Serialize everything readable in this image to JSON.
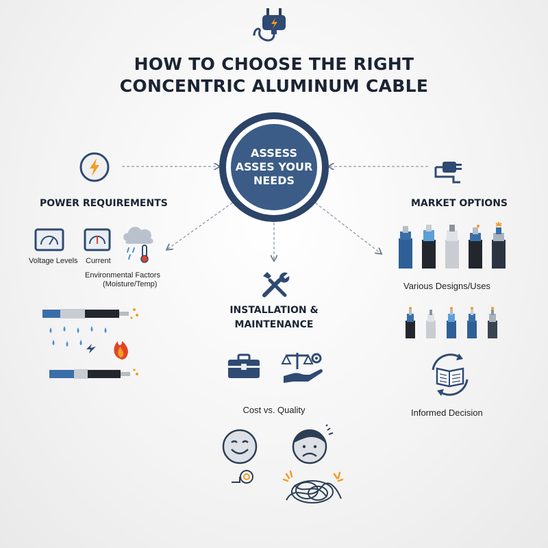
{
  "title": {
    "line1": "HOW TO CHOOSE THE RIGHT",
    "line2": "CONCENTRIC ALUMINUM CABLE"
  },
  "center": {
    "line1": "ASSESS",
    "line2": "ASSES YOUR",
    "line3": "NEEDS"
  },
  "power": {
    "heading": "POWER REQUIREMENTS",
    "voltage_label": "Voltage Levels",
    "current_label": "Current",
    "env_line1": "Environmental Factors",
    "env_line2": "(Moisture/Temp)"
  },
  "install": {
    "heading_line1": "INSTALLATION &",
    "heading_line2": "MAINTENANCE",
    "cost_label": "Cost vs. Quality"
  },
  "market": {
    "heading": "MARKET OPTIONS",
    "designs_label": "Various Designs/Uses",
    "decision_label": "Informed Decision"
  },
  "colors": {
    "navy": "#2f4a73",
    "blue": "#3a6ea8",
    "accent_orange": "#f39c1f",
    "fire_red": "#e2432a",
    "rain_blue": "#4f8fd0"
  },
  "icons": [
    "plug-icon",
    "lightning-icon",
    "connector-icon",
    "gauge-icon",
    "cloud-thermometer-icon",
    "tools-icon",
    "toolbox-icon",
    "scales-hand-icon",
    "happy-face-icon",
    "sad-face-icon",
    "book-cycle-icon",
    "fire-icon",
    "rain-icon"
  ]
}
